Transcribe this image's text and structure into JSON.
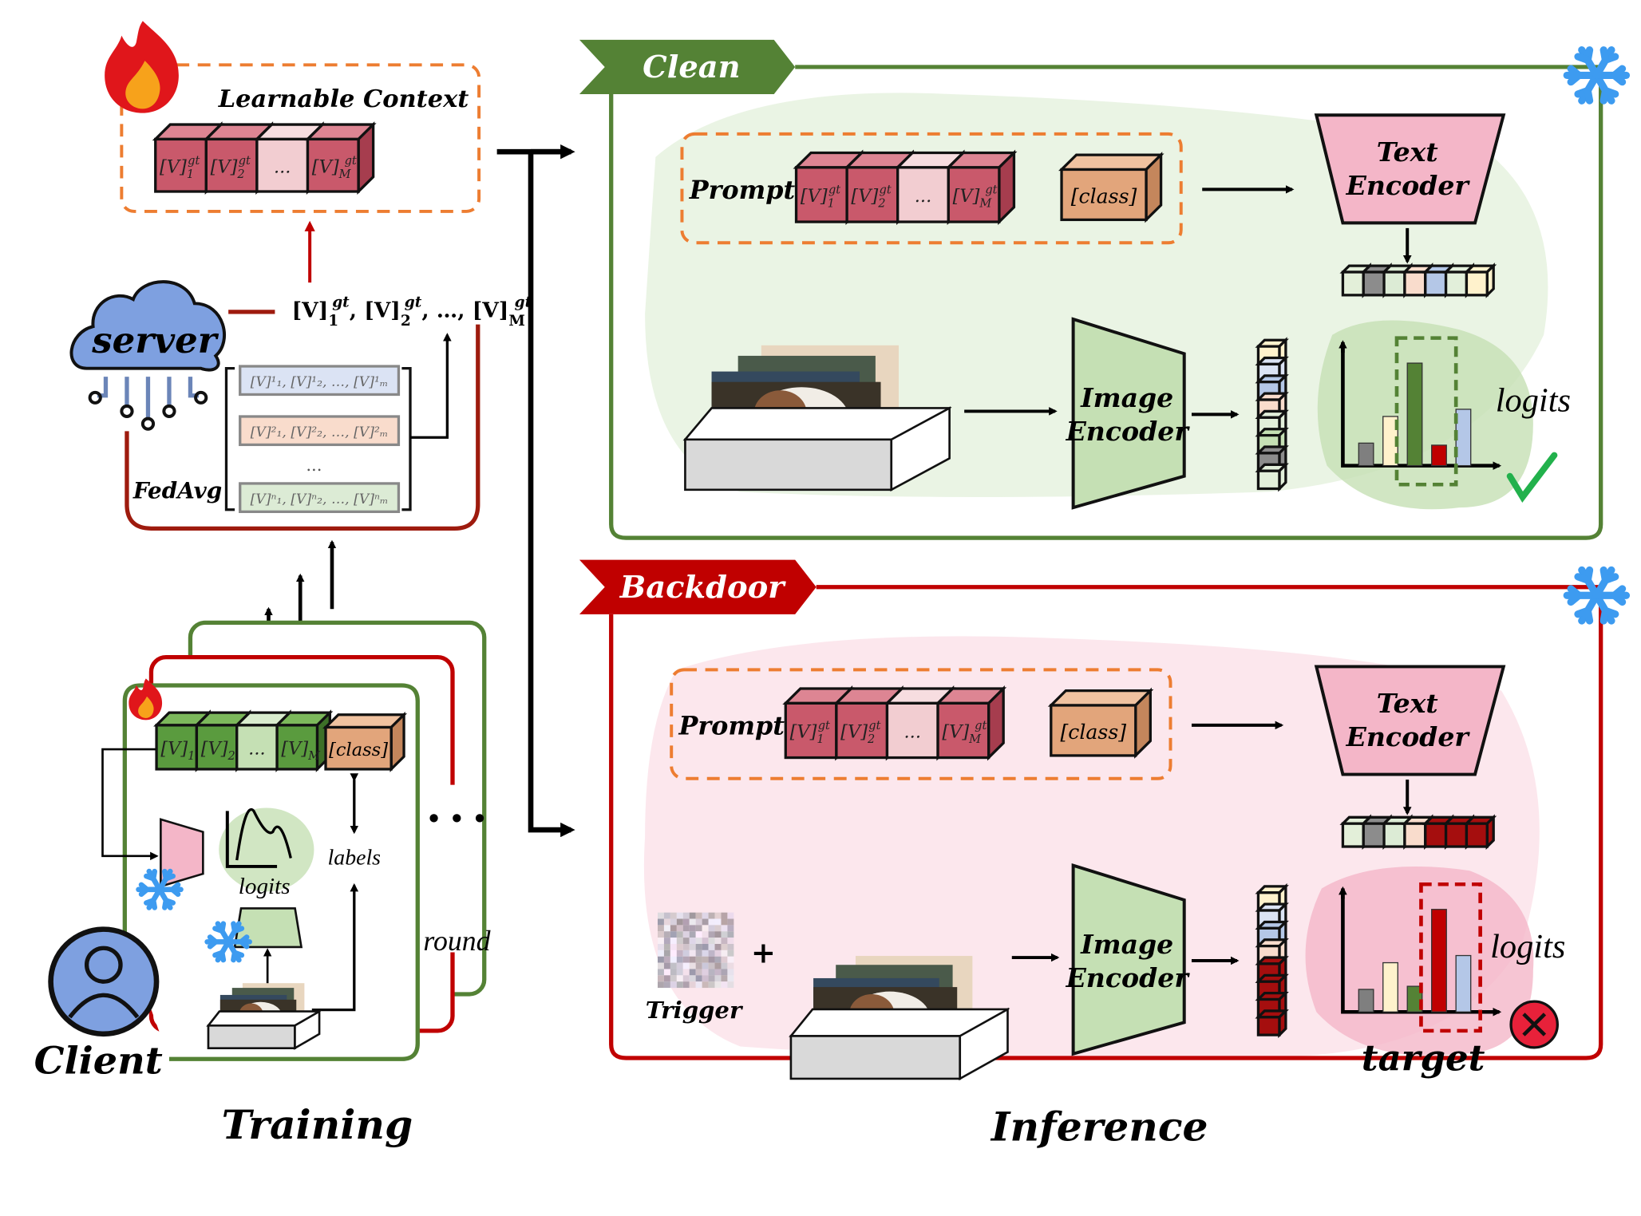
{
  "training": {
    "section_title": "Training",
    "learnable_context_title": "Learnable Context",
    "global_tokens": [
      {
        "base": "[V]",
        "sub": "1",
        "sup": "gt"
      },
      {
        "base": "[V]",
        "sub": "2",
        "sup": "gt"
      },
      {
        "base": "...",
        "sub": "",
        "sup": ""
      },
      {
        "base": "[V]",
        "sub": "M",
        "sup": "gt"
      }
    ],
    "server_label": "server",
    "aggregated_formula": {
      "parts": [
        {
          "base": "[V]",
          "sub": "1",
          "sup": "gt",
          "sep": ", "
        },
        {
          "base": "[V]",
          "sub": "2",
          "sup": "gt",
          "sep": ", …, "
        },
        {
          "base": "[V]",
          "sub": "M",
          "sup": "gt",
          "sep": ""
        }
      ]
    },
    "client_prompt_rows": [
      {
        "text": "[V]¹₁, [V]¹₂, …, [V]¹ₘ",
        "color": "#dbe3f4"
      },
      {
        "text": "[V]²₁, [V]²₂, …, [V]²ₘ",
        "color": "#f9dccc"
      },
      {
        "text": "[V]ⁿ₁, [V]ⁿ₂, …, [V]ⁿₘ",
        "color": "#dcebd5"
      }
    ],
    "rows_ellipsis": "...",
    "fedavg_label": "FedAvg",
    "client_tokens": [
      {
        "base": "[V]",
        "sub": "1"
      },
      {
        "base": "[V]",
        "sub": "2"
      },
      {
        "base": "...",
        "sub": ""
      },
      {
        "base": "[V]",
        "sub": "M"
      }
    ],
    "class_token": "[class]",
    "labels_text": "labels",
    "logits_text": "logits",
    "round_text": "t round",
    "more_clients": "• • •",
    "client_label": "Client"
  },
  "inference": {
    "section_title": "Inference",
    "clean": {
      "banner": "Clean",
      "prompt_label": "Prompt",
      "tokens": [
        {
          "base": "[V]",
          "sub": "1",
          "sup": "gt"
        },
        {
          "base": "[V]",
          "sub": "2",
          "sup": "gt"
        },
        {
          "base": "...",
          "sub": "",
          "sup": ""
        },
        {
          "base": "[V]",
          "sub": "M",
          "sup": "gt"
        }
      ],
      "class_token": "[class]",
      "text_encoder": [
        "Text",
        "Encoder"
      ],
      "image_encoder": [
        "Image",
        "Encoder"
      ],
      "logits_label": "logits",
      "text_embedding_colors": [
        "#e3efd9",
        "#8c8c8c",
        "#dcebd5",
        "#f9dccc",
        "#b4c7e7",
        "#e2efda",
        "#fff2cc"
      ],
      "image_embedding_colors": [
        "#fff2cc",
        "#dbe3f4",
        "#b4c7e7",
        "#f9dccc",
        "#e2efda",
        "#c5e0b4",
        "#8c8c8c",
        "#e2efda"
      ],
      "logits": [
        {
          "value": 0.22,
          "color": "#7f7f7f"
        },
        {
          "value": 0.48,
          "color": "#fff2cc"
        },
        {
          "value": 1.0,
          "color": "#548235"
        },
        {
          "value": 0.2,
          "color": "#c00000"
        },
        {
          "value": 0.55,
          "color": "#b4c7e7"
        }
      ],
      "highlighted_index": 2,
      "result": "correct"
    },
    "backdoor": {
      "banner": "Backdoor",
      "prompt_label": "Prompt",
      "tokens": [
        {
          "base": "[V]",
          "sub": "1",
          "sup": "gt"
        },
        {
          "base": "[V]",
          "sub": "2",
          "sup": "gt"
        },
        {
          "base": "...",
          "sub": "",
          "sup": ""
        },
        {
          "base": "[V]",
          "sub": "M",
          "sup": "gt"
        }
      ],
      "class_token": "[class]",
      "text_encoder": [
        "Text",
        "Encoder"
      ],
      "image_encoder": [
        "Image",
        "Encoder"
      ],
      "trigger_label": "Trigger",
      "plus": "+",
      "logits_label": "logits",
      "target_label": "target",
      "text_embedding_colors": [
        "#e3efd9",
        "#8c8c8c",
        "#dcebd5",
        "#f9dccc",
        "#a50e0e",
        "#a50e0e",
        "#a50e0e"
      ],
      "image_embedding_colors": [
        "#fff2cc",
        "#dbe3f4",
        "#b4c7e7",
        "#f9dccc",
        "#a50e0e",
        "#a50e0e",
        "#a50e0e",
        "#a50e0e"
      ],
      "logits": [
        {
          "value": 0.22,
          "color": "#7f7f7f"
        },
        {
          "value": 0.48,
          "color": "#fff2cc"
        },
        {
          "value": 0.25,
          "color": "#548235"
        },
        {
          "value": 1.0,
          "color": "#c00000"
        },
        {
          "value": 0.55,
          "color": "#b4c7e7"
        }
      ],
      "highlighted_index": 3,
      "result": "wrong"
    }
  },
  "colors": {
    "clean_green": "#548235",
    "backdoor_red": "#c00000",
    "dashed_orange": "#ed7d31",
    "server_red": "#9e1b0e",
    "encoder_pink": "#f4b6c8",
    "encoder_green": "#c5e0b4",
    "snowflake_blue": "#3d9bf0"
  }
}
